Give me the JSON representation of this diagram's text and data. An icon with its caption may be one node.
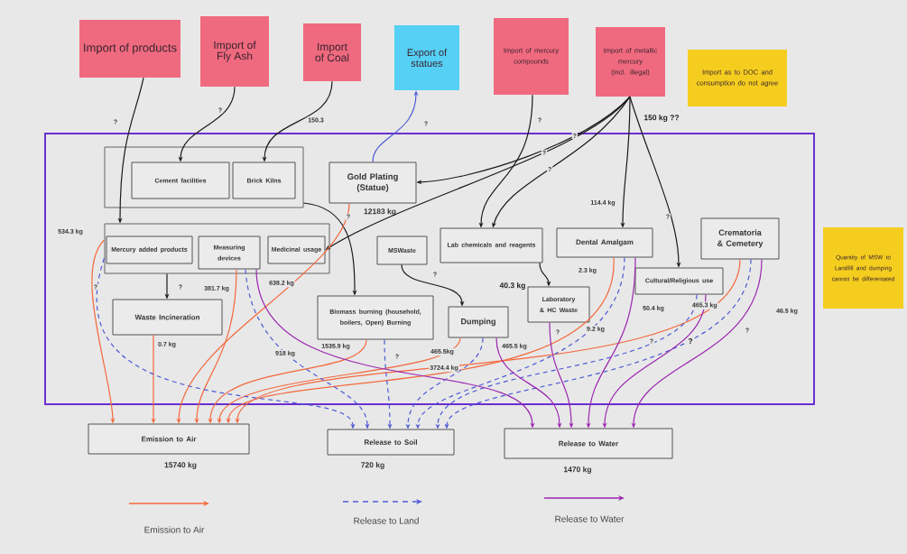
{
  "diagram": {
    "nodes": [
      {
        "text": [
          "Import of products"
        ]
      },
      {
        "text": [
          "Import of Fly Ash"
        ]
      },
      {
        "text": [
          "Import of Coal"
        ]
      },
      {
        "text": [
          "Export of statues"
        ]
      },
      {
        "text": [
          "Import of mercury compounds"
        ]
      },
      {
        "text": [
          "Import of metallic mercury (incl. illegal)"
        ]
      },
      {
        "text": [
          "Import as to DOC and consumption do not agree"
        ]
      },
      {
        "text": [
          "Quantity of MSW to Landfill and dumping cannot be differentated"
        ]
      },
      {
        "text": [],
        "shape": "box"
      },
      {
        "text": [],
        "shape": "box",
        "in": 8
      },
      {
        "text": [
          "Cement facilities"
        ],
        "in": 9
      },
      {
        "text": [
          "Brick Kilns"
        ],
        "in": 9
      },
      {
        "text": [
          "Gold Plating (Statue)"
        ],
        "in": 8,
        "beside": [
          "12183 kg"
        ]
      },
      {
        "text": [],
        "shape": "box",
        "in": 8
      },
      {
        "text": [
          "Mercury added products"
        ],
        "in": 13
      },
      {
        "text": [
          "Measuring devices"
        ],
        "in": 13
      },
      {
        "text": [
          "Medicinal usage"
        ],
        "in": 13
      },
      {
        "text": [
          "MSWaste"
        ],
        "in": 8
      },
      {
        "text": [
          "Lab chemicals and reagents"
        ],
        "in": 8
      },
      {
        "text": [
          "Dental Amalgam"
        ],
        "in": 8
      },
      {
        "text": [
          "Crematoria & Cemetery"
        ],
        "in": 8
      },
      {
        "text": [
          "Cultural/Religious use"
        ],
        "in": 8
      },
      {
        "text": [
          "Waste Incineration"
        ],
        "in": 8
      },
      {
        "text": [
          "Biomass burning (household, boilers, Open) Burning"
        ],
        "in": 8
      },
      {
        "text": [
          "Dumping"
        ],
        "in": 8
      },
      {
        "text": [
          "Laboratory & HC Waste"
        ],
        "in": 8
      },
      {
        "text": [
          "Emission to Air"
        ],
        "beside": [
          "15740 kg"
        ]
      },
      {
        "text": [
          "Release to Soil"
        ],
        "beside": [
          "720 kg"
        ]
      },
      {
        "text": [
          "Release to Water"
        ],
        "beside": [
          "1470 kg"
        ]
      }
    ],
    "edges": [
      {
        "from": 0,
        "to": 13,
        "arrow": "to",
        "label": "?"
      },
      {
        "from": 1,
        "to": 10,
        "arrow": "to",
        "label": "?"
      },
      {
        "from": 2,
        "to": 11,
        "arrow": "to",
        "label": "150.3"
      },
      {
        "from": 12,
        "to": 3,
        "arrow": "to",
        "label": "?",
        "color": "#4f5bd5"
      },
      {
        "from": 4,
        "to": 18,
        "arrow": "to",
        "label": "?"
      },
      {
        "from": 5,
        "to": 12,
        "arrow": "to",
        "label": "?"
      },
      {
        "from": 5,
        "to": 16,
        "arrow": "to",
        "label": "?"
      },
      {
        "from": 5,
        "to": 18,
        "arrow": "to",
        "label": "?"
      },
      {
        "from": 5,
        "to": 19,
        "arrow": "to",
        "label": "114.4 kg"
      },
      {
        "from": 5,
        "to": 21,
        "arrow": "to",
        "label": "?"
      },
      {
        "from": 9,
        "to": 23,
        "arrow": "to"
      },
      {
        "from": 13,
        "to": 22,
        "arrow": "to",
        "label": "?"
      },
      {
        "from": 17,
        "to": 24,
        "arrow": "to",
        "label": "?"
      },
      {
        "from": 18,
        "to": 25,
        "arrow": "to"
      },
      {
        "from": 13,
        "to": 26,
        "arrow": "to",
        "label": "534.3 kg",
        "color": "#f4683c"
      },
      {
        "from": 22,
        "to": 26,
        "arrow": "to",
        "label": "0.7 kg",
        "color": "#f4683c"
      },
      {
        "from": 12,
        "to": 26,
        "arrow": "to",
        "label": "?",
        "color": "#f4683c"
      },
      {
        "from": 15,
        "to": 26,
        "arrow": "to",
        "label": "381.7 kg",
        "color": "#f4683c"
      },
      {
        "from": 23,
        "to": 26,
        "arrow": "to",
        "label": "1535.9 kg",
        "color": "#f4683c"
      },
      {
        "from": 24,
        "to": 26,
        "arrow": "to",
        "label": "465.5kg",
        "color": "#f4683c"
      },
      {
        "from": 19,
        "to": 26,
        "arrow": "to",
        "label": "2.3 kg",
        "color": "#f4683c"
      },
      {
        "from": 20,
        "to": 26,
        "arrow": "to",
        "color": "#f4683c"
      },
      {
        "from": 13,
        "to": 27,
        "arrow": "to",
        "label": "?",
        "style": "dashed",
        "color": "#4f5bd5"
      },
      {
        "from": 15,
        "to": 27,
        "arrow": "to",
        "label": "918 kg",
        "style": "dashed",
        "color": "#4f5bd5"
      },
      {
        "from": 23,
        "to": 27,
        "arrow": "to",
        "label": "?",
        "style": "dashed",
        "color": "#4f5bd5"
      },
      {
        "from": 24,
        "to": 27,
        "arrow": "to",
        "label": "3724.4 kg",
        "style": "dashed",
        "color": "#4f5bd5"
      },
      {
        "from": 19,
        "to": 27,
        "arrow": "to",
        "label": "9.2 kg",
        "style": "dashed",
        "color": "#4f5bd5"
      },
      {
        "from": 21,
        "to": 27,
        "arrow": "to",
        "label": "?",
        "style": "dashed",
        "color": "#4f5bd5"
      },
      {
        "from": 20,
        "to": 27,
        "arrow": "to",
        "label": "?",
        "style": "dashed",
        "color": "#4f5bd5"
      },
      {
        "from": 15,
        "to": 28,
        "arrow": "to",
        "label": "638.2 kg",
        "color": "#9b27b0"
      },
      {
        "from": 24,
        "to": 28,
        "arrow": "to",
        "label": "465.5 kg",
        "color": "#9b27b0"
      },
      {
        "from": 25,
        "to": 28,
        "arrow": "to",
        "label": "?",
        "color": "#9b27b0"
      },
      {
        "from": 19,
        "to": 28,
        "arrow": "to",
        "label": "50.4 kg",
        "color": "#9b27b0"
      },
      {
        "from": 21,
        "to": 28,
        "arrow": "to",
        "label": "465.3 kg",
        "color": "#9b27b0"
      },
      {
        "from": 20,
        "to": 28,
        "arrow": "to",
        "label": "46.5 kg",
        "color": "#9b27b0"
      }
    ],
    "labels": [
      "150 kg ??",
      "40.3 kg",
      "?"
    ],
    "legend": [
      {
        "text": "Emission to Air"
      },
      {
        "text": "Release to Land"
      },
      {
        "text": "Release to Water"
      }
    ]
  }
}
